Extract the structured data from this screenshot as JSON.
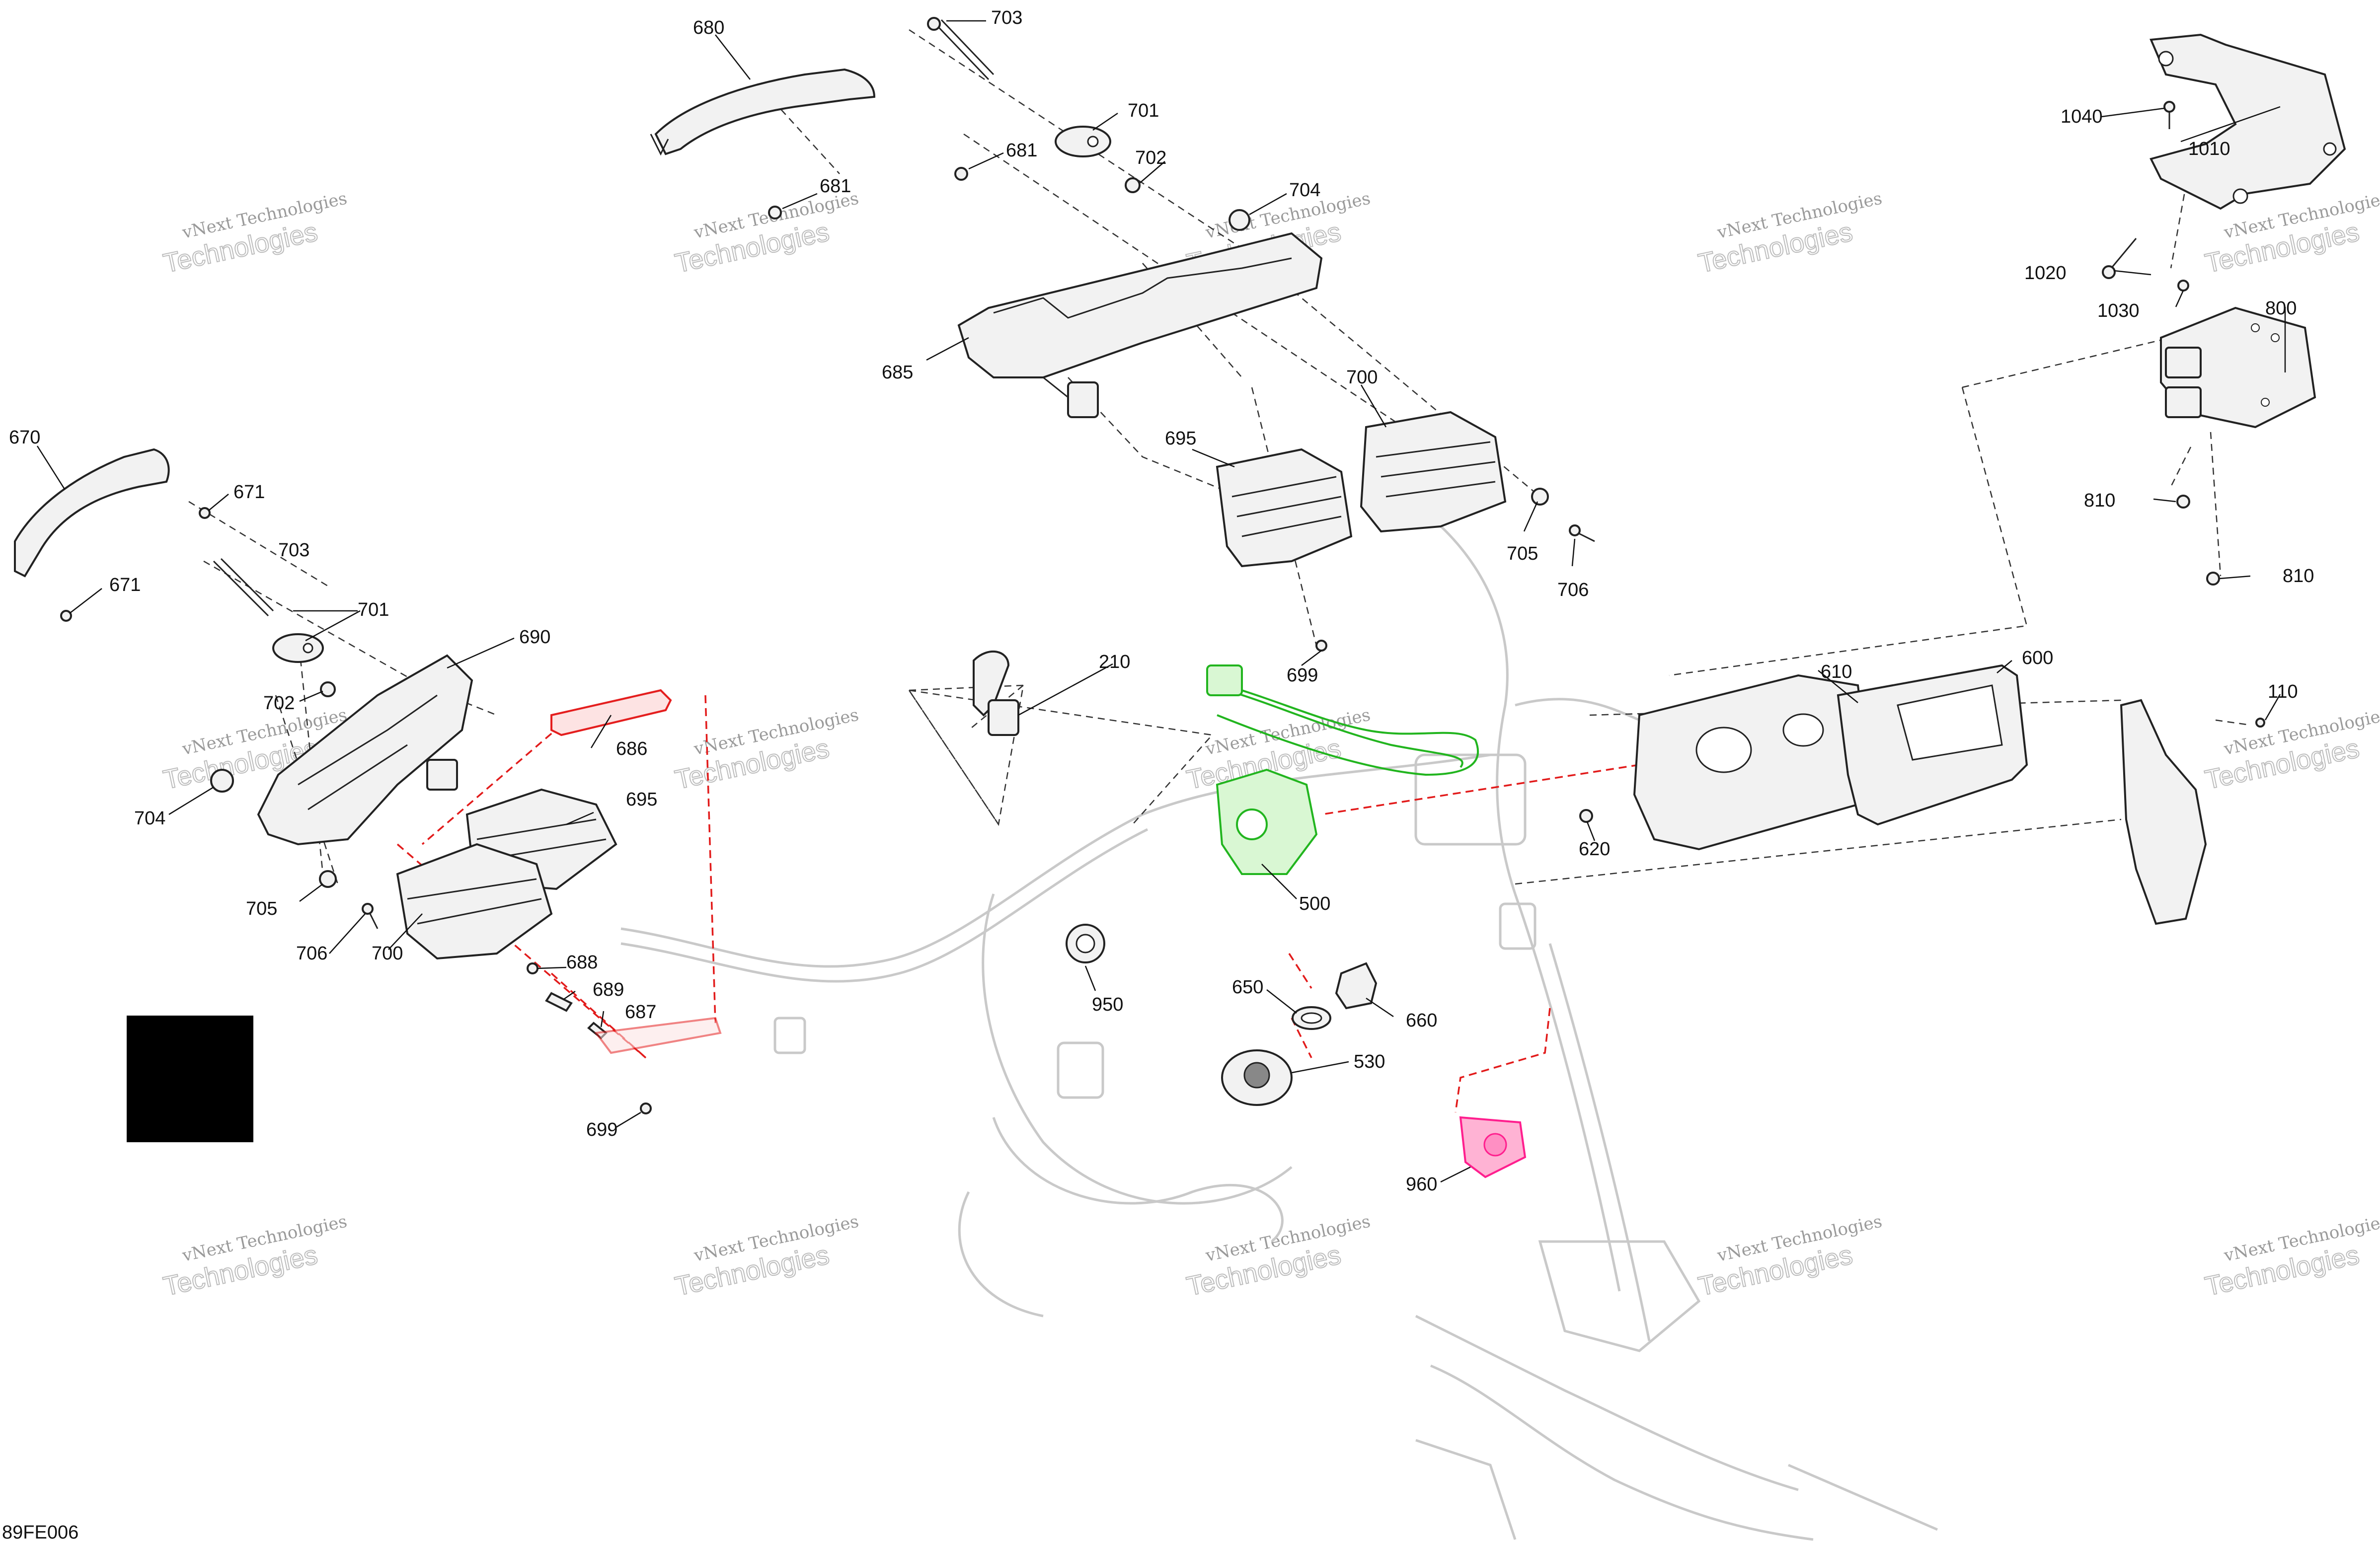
{
  "figure_code": "89FE006",
  "watermark": {
    "line1": "vNext Technologies",
    "line2": "Technologies"
  },
  "callouts": {
    "c680": "680",
    "c703a": "703",
    "c701a": "701",
    "c681a": "681",
    "c702a": "702",
    "c681b": "681",
    "c704a": "704",
    "c685": "685",
    "c700a": "700",
    "c695a": "695",
    "c705a": "705",
    "c706a": "706",
    "c699a": "699",
    "c670": "670",
    "c671a": "671",
    "c671b": "671",
    "c703b": "703",
    "c701b": "701",
    "c690": "690",
    "c702b": "702",
    "c704b": "704",
    "c686": "686",
    "c695b": "695",
    "c705b": "705",
    "c706b": "706",
    "c700b": "700",
    "c688": "688",
    "c689": "689",
    "c687": "687",
    "c699b": "699",
    "c210": "210",
    "c500": "500",
    "c950": "950",
    "c650": "650",
    "c660": "660",
    "c530": "530",
    "c960": "960",
    "c610": "610",
    "c600": "600",
    "c620": "620",
    "c110": "110",
    "c1040": "1040",
    "c1010": "1010",
    "c1020": "1020",
    "c1030": "1030",
    "c800": "800",
    "c810a": "810",
    "c810b": "810"
  },
  "colors": {
    "highlight_red": "#e41e1e",
    "highlight_green": "#22b51f",
    "highlight_pink": "#ff1f8e",
    "ink": "#111111",
    "ghost": "#c9c9c9"
  }
}
